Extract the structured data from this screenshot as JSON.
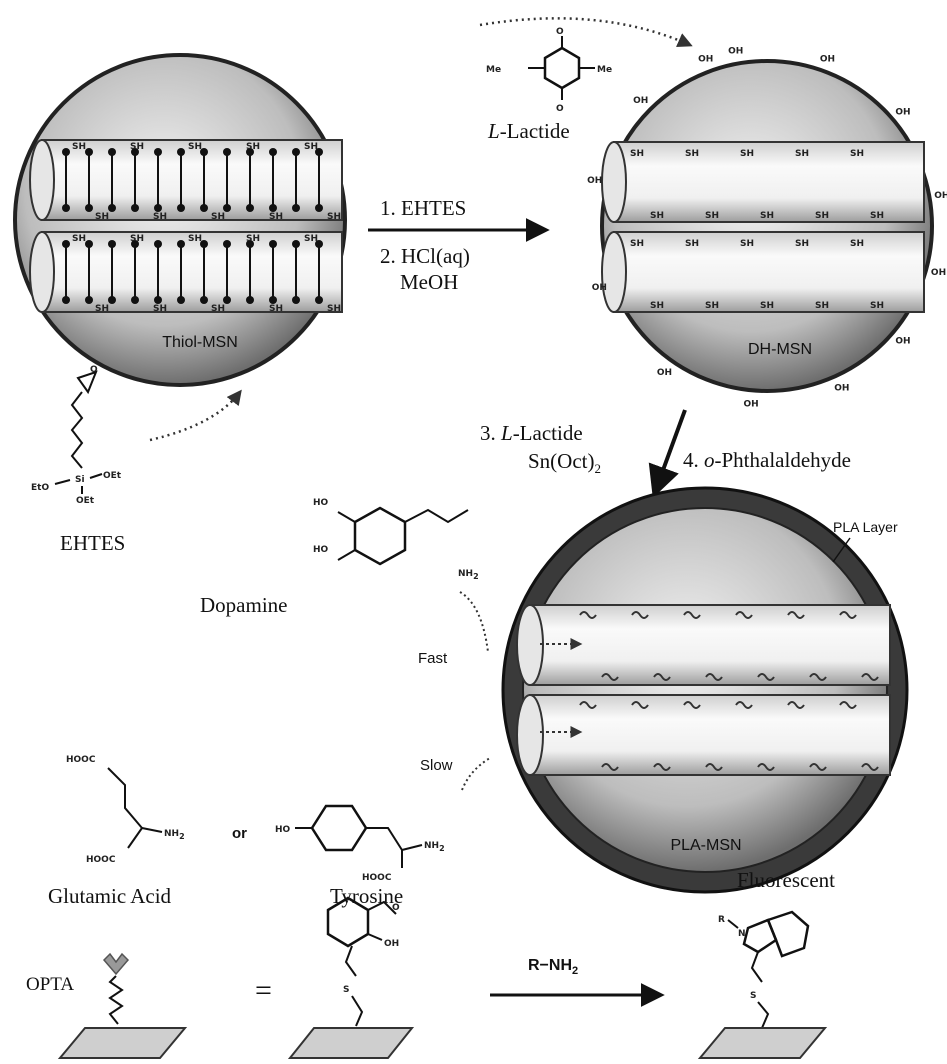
{
  "nanoparticles": {
    "thiol": {
      "label": "Thiol-MSN"
    },
    "dh": {
      "label": "DH-MSN"
    },
    "pla": {
      "label": "PLA-MSN",
      "layer_label": "PLA Layer"
    }
  },
  "reagents": {
    "lactide_name_italic": "L",
    "lactide_name_rest": "-Lactide",
    "ehtes_name": "EHTES"
  },
  "steps": {
    "step1": "1. EHTES",
    "step2_line1": "2. HCl(aq)",
    "step2_line2": "MeOH",
    "step3_prefix": "3. ",
    "step3_italic": "L",
    "step3_rest": "-Lactide",
    "step3_line2": "Sn(Oct)",
    "step3_sub": "2",
    "step4_prefix": "4. ",
    "step4_italic": "o",
    "step4_rest": "-Phthalaldehyde"
  },
  "molecules": {
    "dopamine": "Dopamine",
    "glutamic_acid": "Glutamic Acid",
    "tyrosine": "Tyrosine",
    "or": "or"
  },
  "diffusion": {
    "fast": "Fast",
    "slow": "Slow"
  },
  "chem_labels": {
    "me": "Me",
    "oh": "OH",
    "sh": "SH",
    "si": "Si",
    "oet": "OEt",
    "eto": "EtO",
    "ho": "HO",
    "nh2": "NH",
    "hooc": "HOOC",
    "s": "S",
    "r": "R",
    "n": "N",
    "o": "O"
  },
  "opta": {
    "label": "OPTA",
    "equals": "=",
    "reagent": "R−NH",
    "reagent_sub": "2",
    "fluorescent": "Fluorescent"
  }
}
